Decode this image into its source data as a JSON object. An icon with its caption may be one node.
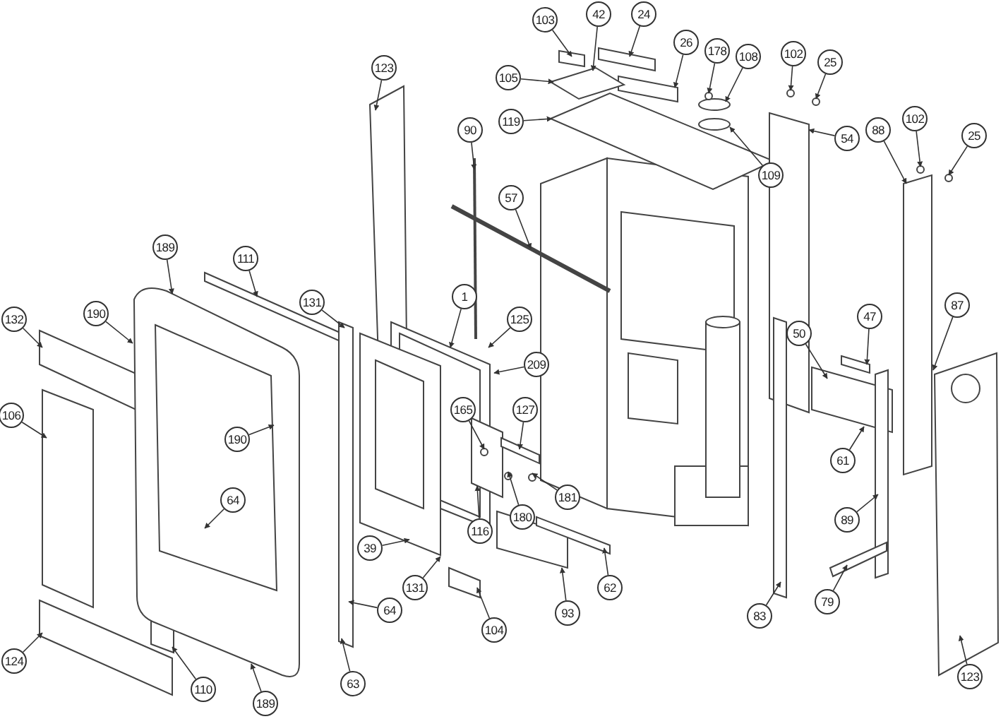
{
  "diagram": {
    "nodes": [
      {
        "text": [
          "24"
        ]
      },
      {
        "text": [
          "103"
        ]
      },
      {
        "text": [
          "42"
        ]
      },
      {
        "text": [
          "26"
        ]
      },
      {
        "text": [
          "178"
        ]
      },
      {
        "text": [
          "105"
        ]
      },
      {
        "text": [
          "108"
        ]
      },
      {
        "text": [
          "102"
        ]
      },
      {
        "text": [
          "25"
        ]
      },
      {
        "text": [
          "54"
        ]
      },
      {
        "text": [
          "119"
        ]
      },
      {
        "text": [
          "109"
        ]
      },
      {
        "text": [
          "123"
        ]
      },
      {
        "text": [
          "102"
        ]
      },
      {
        "text": [
          "25"
        ]
      },
      {
        "text": [
          "88"
        ]
      },
      {
        "text": [
          "90"
        ]
      },
      {
        "text": [
          "57"
        ]
      },
      {
        "text": [
          "189"
        ]
      },
      {
        "text": [
          "111"
        ]
      },
      {
        "text": [
          "1"
        ]
      },
      {
        "text": [
          "131"
        ]
      },
      {
        "text": [
          "132"
        ]
      },
      {
        "text": [
          "190"
        ]
      },
      {
        "text": [
          "125"
        ]
      },
      {
        "text": [
          "47"
        ]
      },
      {
        "text": [
          "87"
        ]
      },
      {
        "text": [
          "209"
        ]
      },
      {
        "text": [
          "50"
        ]
      },
      {
        "text": [
          "165"
        ]
      },
      {
        "text": [
          "127"
        ]
      },
      {
        "text": [
          "106"
        ]
      },
      {
        "text": [
          "190"
        ]
      },
      {
        "text": [
          "61"
        ]
      },
      {
        "text": [
          "64"
        ]
      },
      {
        "text": [
          "180"
        ]
      },
      {
        "text": [
          "181"
        ]
      },
      {
        "text": [
          "89"
        ]
      },
      {
        "text": [
          "39"
        ]
      },
      {
        "text": [
          "116"
        ]
      },
      {
        "text": [
          "131"
        ]
      },
      {
        "text": [
          "104"
        ]
      },
      {
        "text": [
          "64"
        ]
      },
      {
        "text": [
          "62"
        ]
      },
      {
        "text": [
          "93"
        ]
      },
      {
        "text": [
          "79"
        ]
      },
      {
        "text": [
          "83"
        ]
      },
      {
        "text": [
          "124"
        ]
      },
      {
        "text": [
          "110"
        ]
      },
      {
        "text": [
          "63"
        ]
      },
      {
        "text": [
          "189"
        ]
      },
      {
        "text": [
          "123"
        ]
      }
    ],
    "edges": [
      {
        "from": 0,
        "to": null,
        "arrow": "to"
      },
      {
        "from": 1,
        "to": null,
        "arrow": "to"
      },
      {
        "from": 2,
        "to": null,
        "arrow": "to"
      },
      {
        "from": 3,
        "to": null,
        "arrow": "to"
      },
      {
        "from": 4,
        "to": null,
        "arrow": "to"
      },
      {
        "from": 5,
        "to": null,
        "arrow": "to"
      },
      {
        "from": 6,
        "to": null,
        "arrow": "to"
      },
      {
        "from": 7,
        "to": null,
        "arrow": "to"
      },
      {
        "from": 8,
        "to": null,
        "arrow": "to"
      },
      {
        "from": 9,
        "to": null,
        "arrow": "to"
      },
      {
        "from": 10,
        "to": null,
        "arrow": "to"
      },
      {
        "from": 11,
        "to": null,
        "arrow": "to"
      },
      {
        "from": 12,
        "to": null,
        "arrow": "to"
      },
      {
        "from": 13,
        "to": null,
        "arrow": "to"
      },
      {
        "from": 14,
        "to": null,
        "arrow": "to"
      },
      {
        "from": 15,
        "to": null,
        "arrow": "to"
      },
      {
        "from": 16,
        "to": null,
        "arrow": "to"
      },
      {
        "from": 17,
        "to": null,
        "arrow": "to"
      },
      {
        "from": 18,
        "to": null,
        "arrow": "to"
      },
      {
        "from": 19,
        "to": null,
        "arrow": "to"
      },
      {
        "from": 20,
        "to": null,
        "arrow": "to"
      },
      {
        "from": 21,
        "to": null,
        "arrow": "to"
      },
      {
        "from": 22,
        "to": null,
        "arrow": "to"
      },
      {
        "from": 23,
        "to": null,
        "arrow": "to"
      },
      {
        "from": 24,
        "to": null,
        "arrow": "to"
      },
      {
        "from": 25,
        "to": null,
        "arrow": "to"
      },
      {
        "from": 26,
        "to": null,
        "arrow": "to"
      },
      {
        "from": 27,
        "to": null,
        "arrow": "to"
      },
      {
        "from": 28,
        "to": null,
        "arrow": "to"
      },
      {
        "from": 29,
        "to": null,
        "arrow": "to"
      },
      {
        "from": 30,
        "to": null,
        "arrow": "to"
      },
      {
        "from": 31,
        "to": null,
        "arrow": "to"
      },
      {
        "from": 32,
        "to": null,
        "arrow": "to"
      },
      {
        "from": 33,
        "to": null,
        "arrow": "to"
      },
      {
        "from": 34,
        "to": null,
        "arrow": "to"
      },
      {
        "from": 35,
        "to": null,
        "arrow": "to"
      },
      {
        "from": 36,
        "to": null,
        "arrow": "to"
      },
      {
        "from": 37,
        "to": null,
        "arrow": "to"
      },
      {
        "from": 38,
        "to": null,
        "arrow": "to"
      },
      {
        "from": 39,
        "to": null,
        "arrow": "to"
      },
      {
        "from": 40,
        "to": null,
        "arrow": "to"
      },
      {
        "from": 41,
        "to": null,
        "arrow": "to"
      },
      {
        "from": 42,
        "to": null,
        "arrow": "to"
      },
      {
        "from": 43,
        "to": null,
        "arrow": "to"
      },
      {
        "from": 44,
        "to": null,
        "arrow": "to"
      },
      {
        "from": 45,
        "to": null,
        "arrow": "to"
      },
      {
        "from": 46,
        "to": null,
        "arrow": "to"
      },
      {
        "from": 47,
        "to": null,
        "arrow": "to"
      },
      {
        "from": 48,
        "to": null,
        "arrow": "to"
      },
      {
        "from": 49,
        "to": null,
        "arrow": "to"
      },
      {
        "from": 50,
        "to": null,
        "arrow": "to"
      },
      {
        "from": 51,
        "to": null,
        "arrow": "to"
      }
    ]
  }
}
